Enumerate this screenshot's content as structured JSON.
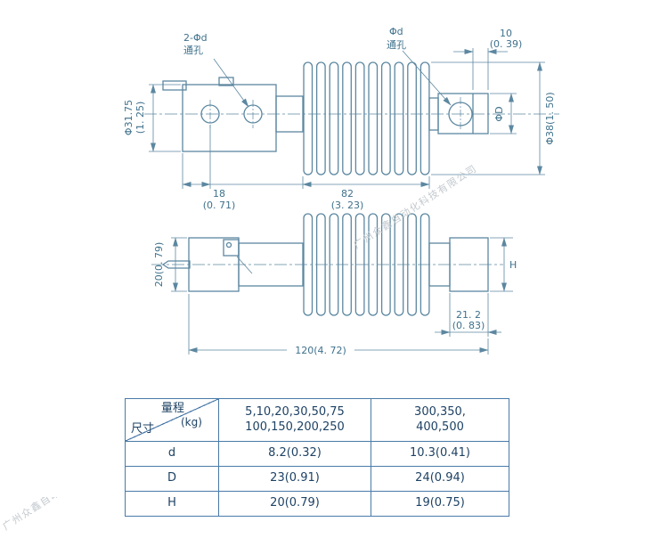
{
  "watermark": "广州众鑫自动化科技有限公司",
  "colors": {
    "line": "#5c87a0",
    "text": "#3f718c",
    "tableBorder": "#4a7aa8",
    "tableText": "#1e4264",
    "watermark": "#c3c9ce"
  },
  "drawing": {
    "top": {
      "holes_label1": "2-Φd",
      "holes_label2": "通孔",
      "hole_label1": "Φd",
      "hole_label2": "通孔",
      "cap_mm": "10",
      "cap_in": "(0. 39)",
      "od_left_mm": "Φ31.75",
      "od_left_in": "(1. 25)",
      "od_right": "ΦD",
      "bellows_od": "Φ38(1. 50)",
      "offset_mm": "18",
      "offset_in": "(0. 71)",
      "bellows_mm": "82",
      "bellows_in": "(3. 23)"
    },
    "front": {
      "rod_dim": "20(0. 79)",
      "height_dim": "H",
      "end_mm": "21. 2",
      "end_in": "(0. 83)",
      "total_dim": "120(4. 72)"
    }
  },
  "table": {
    "header": {
      "range_label": "量程",
      "range_unit": "(kg)",
      "size_label": "尺寸",
      "col1_line1": "5,10,20,30,50,75",
      "col1_line2": "100,150,200,250",
      "col2_line1": "300,350,",
      "col2_line2": "400,500"
    },
    "rows": [
      {
        "name": "d",
        "col1": "8.2(0.32)",
        "col2": "10.3(0.41)"
      },
      {
        "name": "D",
        "col1": "23(0.91)",
        "col2": "24(0.94)"
      },
      {
        "name": "H",
        "col1": "20(0.79)",
        "col2": "19(0.75)"
      }
    ]
  }
}
